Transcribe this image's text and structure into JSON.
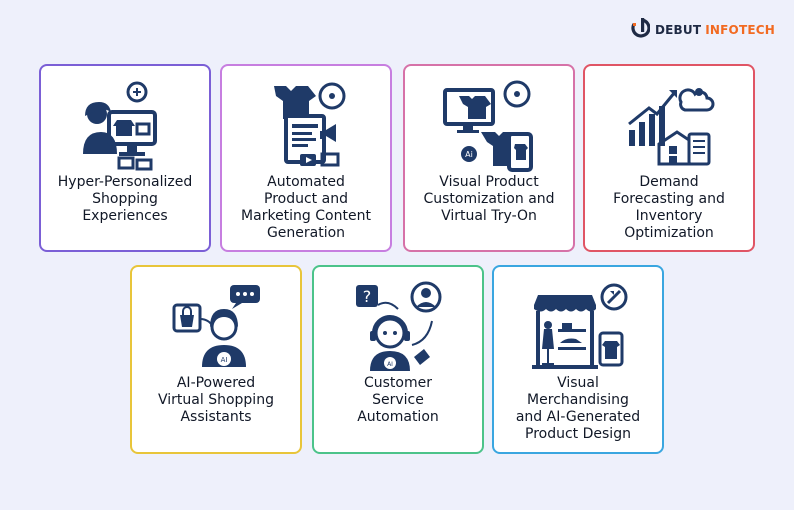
{
  "brand": {
    "name_a": "DEBUT",
    "name_b": "INFOTECH",
    "accent": "#f26a21",
    "dark": "#1f2a44"
  },
  "icon_color": "#1f3a68",
  "cards": [
    {
      "lines": [
        "Hyper-Personalized",
        "Shopping",
        "Experiences"
      ],
      "border": "#7b5fd6",
      "icon": "person-computer-icon"
    },
    {
      "lines": [
        "Automated",
        "Product and",
        "Marketing Content",
        "Generation"
      ],
      "border": "#c77ee0",
      "icon": "content-generation-icon"
    },
    {
      "lines": [
        "Visual Product",
        "Customization and",
        "Virtual Try-On"
      ],
      "border": "#d672a8",
      "icon": "virtual-tryon-icon"
    },
    {
      "lines": [
        "Demand",
        "Forecasting and",
        "Inventory",
        "Optimization"
      ],
      "border": "#e05565",
      "icon": "forecast-inventory-icon"
    },
    {
      "lines": [
        "AI-Powered",
        "Virtual Shopping",
        "Assistants"
      ],
      "border": "#e8c53a",
      "icon": "shopping-assistant-icon"
    },
    {
      "lines": [
        "Customer",
        "Service",
        "Automation"
      ],
      "border": "#4cc38a",
      "icon": "customer-service-icon"
    },
    {
      "lines": [
        "Visual",
        "Merchandising",
        "and AI-Generated",
        "Product Design"
      ],
      "border": "#3aa6e0",
      "icon": "merchandising-design-icon"
    }
  ]
}
